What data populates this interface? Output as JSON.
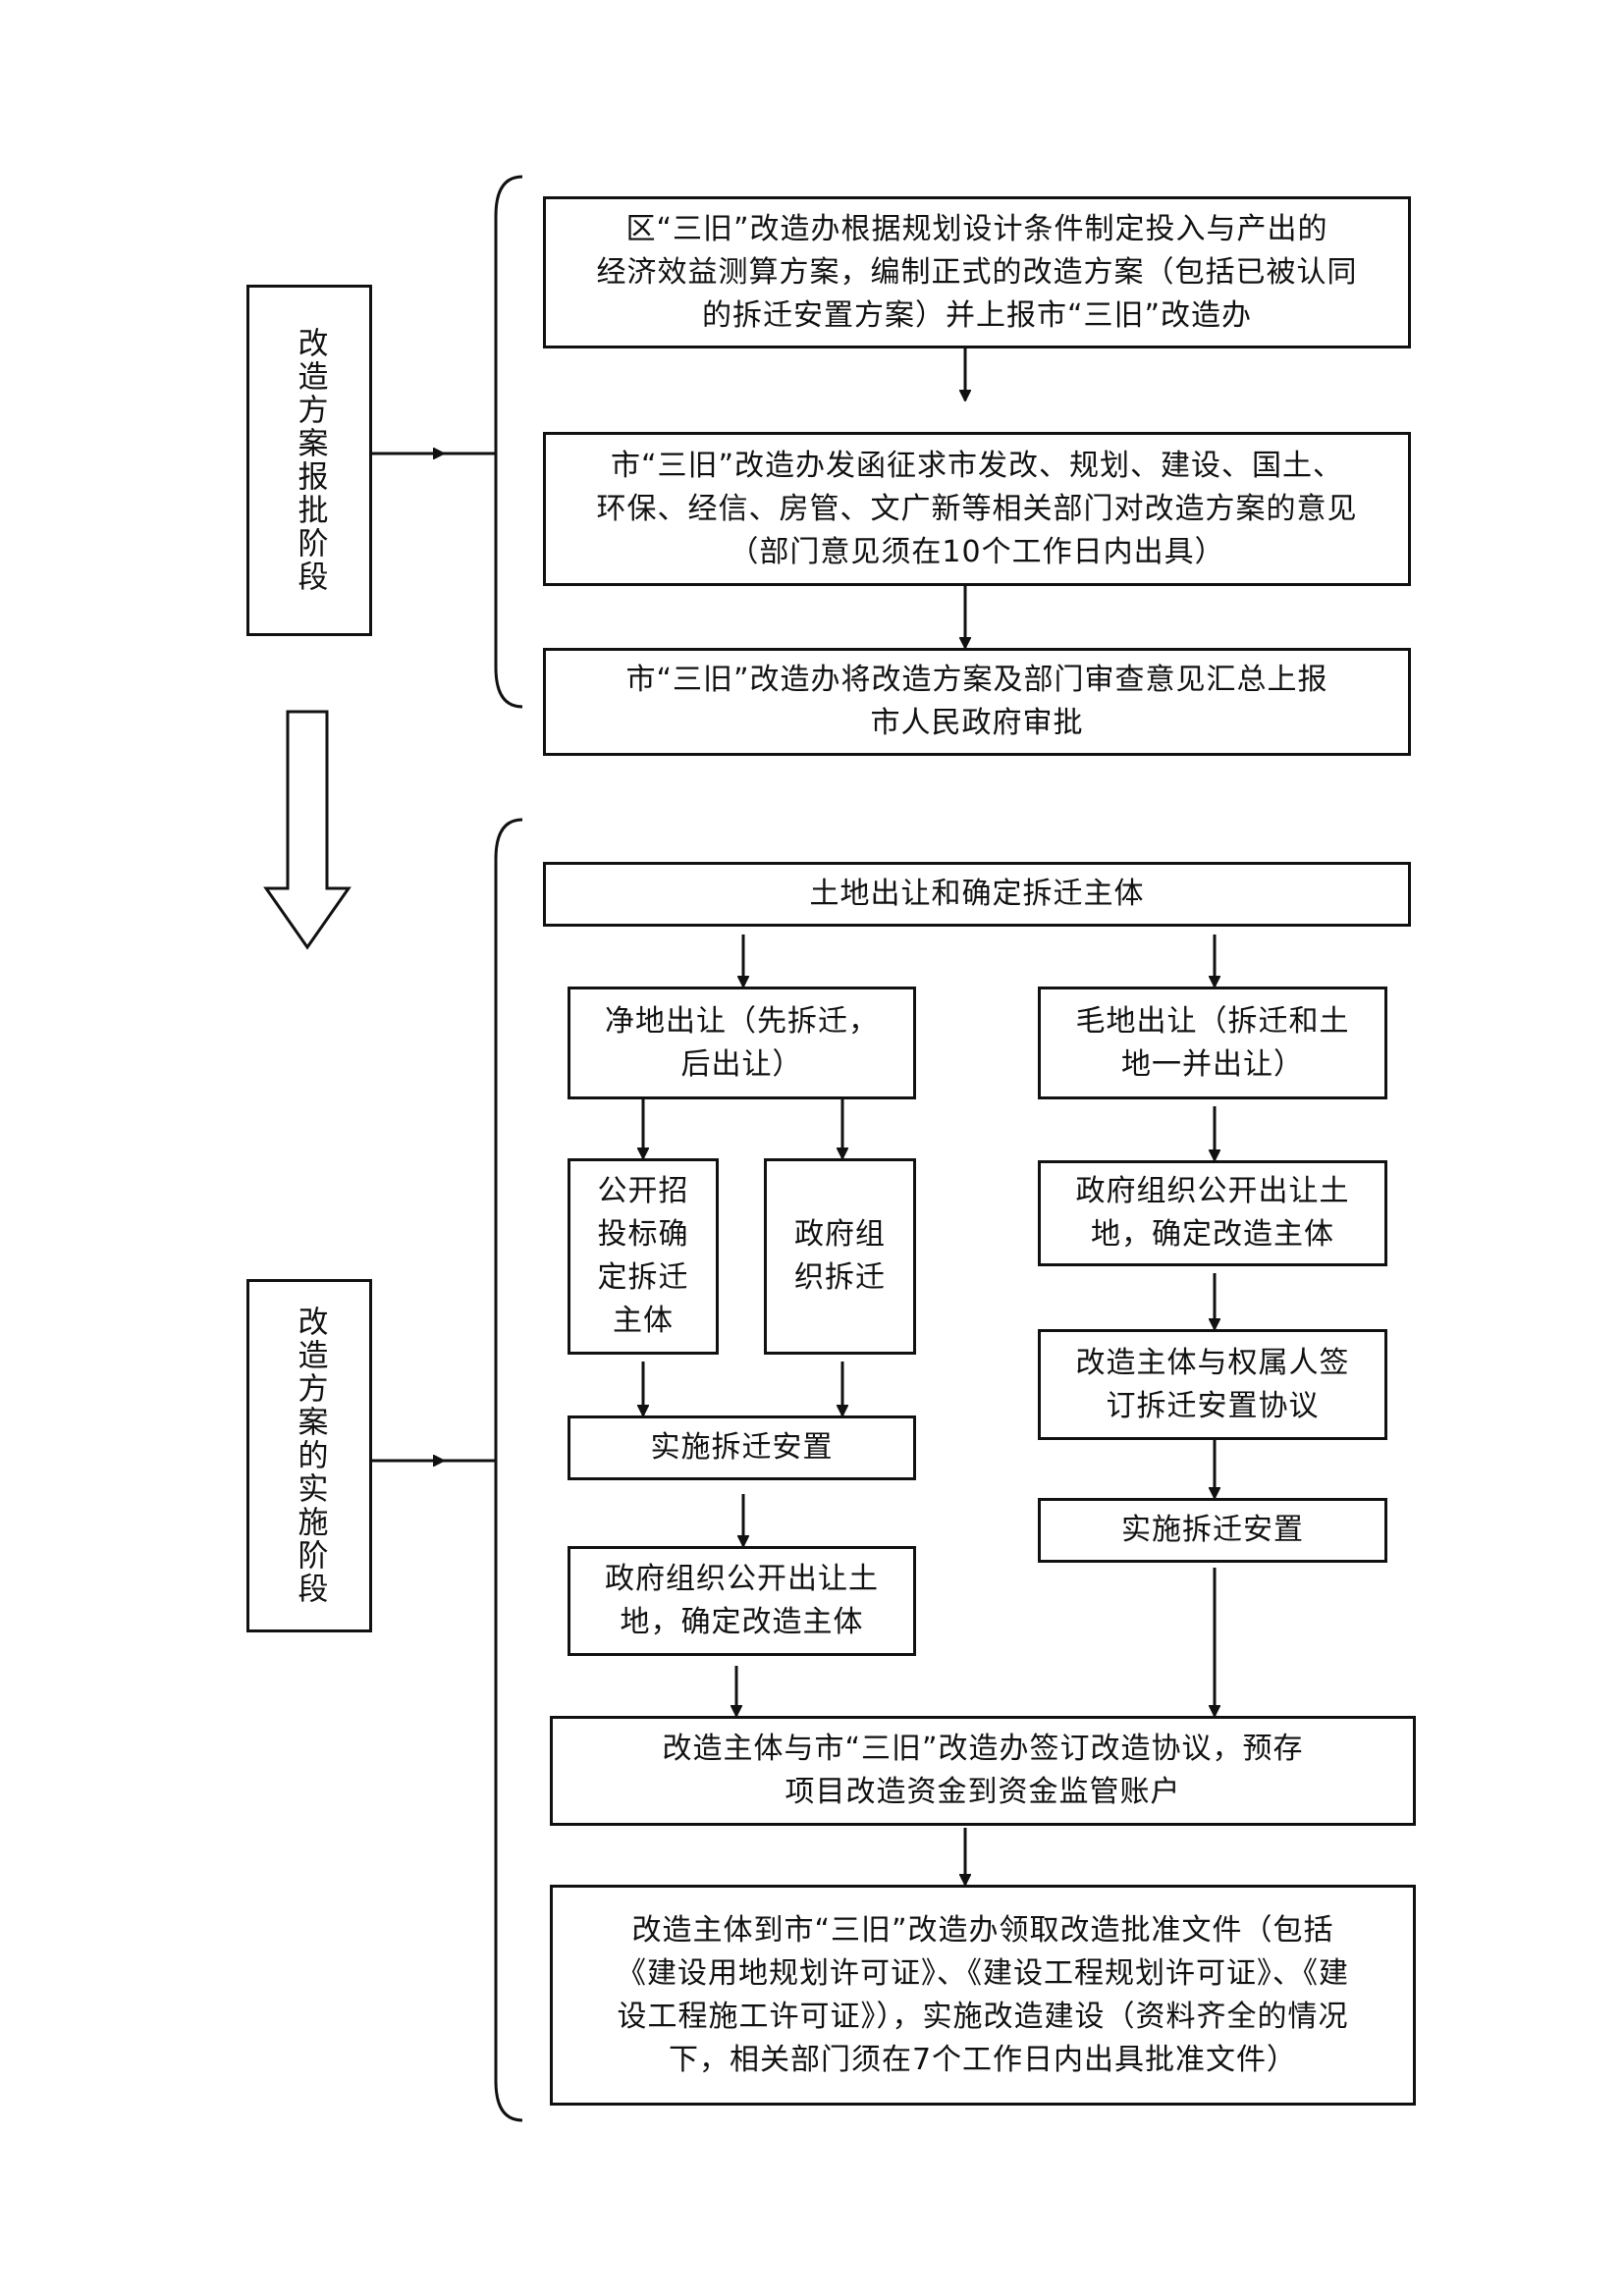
{
  "stages": {
    "approval": "改造方案报批阶段",
    "implementation": "改造方案的实施阶段"
  },
  "approval_steps": {
    "step1": "区“三旧”改造办根据规划设计条件制定投入与产出的\n经济效益测算方案，编制正式的改造方案（包括已被认同\n的拆迁安置方案）并上报市“三旧”改造办",
    "step2": "市“三旧”改造办发函征求市发改、规划、建设、国土、\n环保、经信、房管、文广新等相关部门对改造方案的意见\n（部门意见须在10个工作日内出具）",
    "step3": "市“三旧”改造办将改造方案及部门审查意见汇总上报\n市人民政府审批"
  },
  "implementation_steps": {
    "land_transfer": "土地出让和确定拆迁主体",
    "clean_land": "净地出让（先拆迁，\n后出让）",
    "raw_land": "毛地出让（拆迁和土\n地一并出让）",
    "public_bidding": "公开招\n投标确\n定拆迁\n主体",
    "gov_demolition": "政府组\n织拆迁",
    "implement_left": "实施拆迁安置",
    "gov_transfer_left": "政府组织公开出让土\n地，确定改造主体",
    "gov_transfer_right": "政府组织公开出让土\n地，确定改造主体",
    "sign_agreement_right": "改造主体与权属人签\n订拆迁安置协议",
    "implement_right": "实施拆迁安置",
    "sign_city_agreement": "改造主体与市“三旧”改造办签订改造协议，预存\n项目改造资金到资金监管账户",
    "final_approval": "改造主体到市“三旧”改造办领取改造批准文件（包括\n《建设用地规划许可证》、《建设工程规划许可证》、《建\n设工程施工许可证》），实施改造建设（资料齐全的情况\n下，相关部门须在7个工作日内出具批准文件）"
  }
}
